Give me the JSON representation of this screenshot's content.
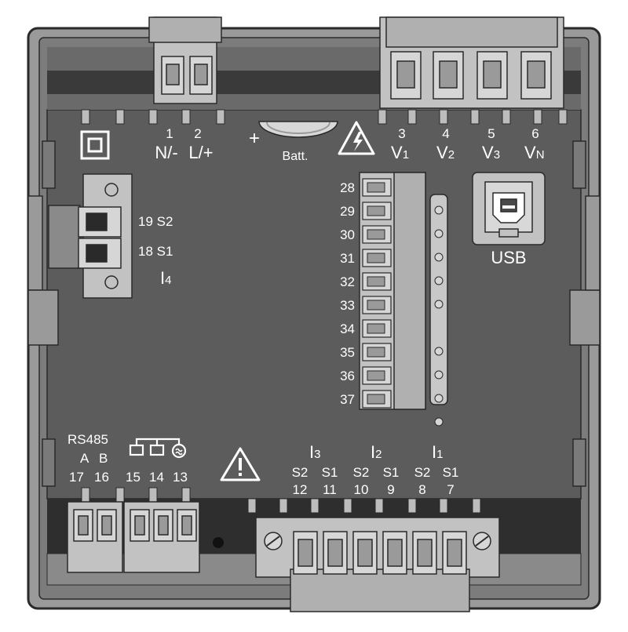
{
  "top_terminals": {
    "t1": {
      "num": "1",
      "label": "N/-"
    },
    "t2": {
      "num": "2",
      "label": "L/+"
    },
    "plus": "+",
    "battery": "Batt.",
    "t3": {
      "num": "3",
      "label": "V",
      "sub": "1"
    },
    "t4": {
      "num": "4",
      "label": "V",
      "sub": "2"
    },
    "t5": {
      "num": "5",
      "label": "V",
      "sub": "3"
    },
    "t6": {
      "num": "6",
      "label": "V",
      "sub": "N"
    }
  },
  "i4": {
    "s2": "19 S2",
    "s1": "18 S1",
    "name": "I",
    "sub": "4"
  },
  "digital_io": [
    "28",
    "29",
    "30",
    "31",
    "32",
    "33",
    "34",
    "35",
    "36",
    "37"
  ],
  "usb": "USB",
  "bottom_left": {
    "bus": "RS485",
    "a": "A",
    "b": "B",
    "t17": "17",
    "t16": "16",
    "t15": "15",
    "t14": "14",
    "t13": "13"
  },
  "currents": {
    "i3": {
      "name": "I",
      "sub": "3",
      "s2": "S2",
      "s1": "S1",
      "n2": "12",
      "n1": "11"
    },
    "i2": {
      "name": "I",
      "sub": "2",
      "s2": "S2",
      "s1": "S1",
      "n2": "10",
      "n1": "9"
    },
    "i1": {
      "name": "I",
      "sub": "1",
      "s2": "S2",
      "s1": "S1",
      "n2": "8",
      "n1": "7"
    }
  },
  "colors": {
    "panel": "#5c5c5c",
    "panel_dark": "#2e2e2e",
    "housing": "#8a8a8a",
    "connector": "#c2c2c2",
    "text": "#ffffff"
  }
}
